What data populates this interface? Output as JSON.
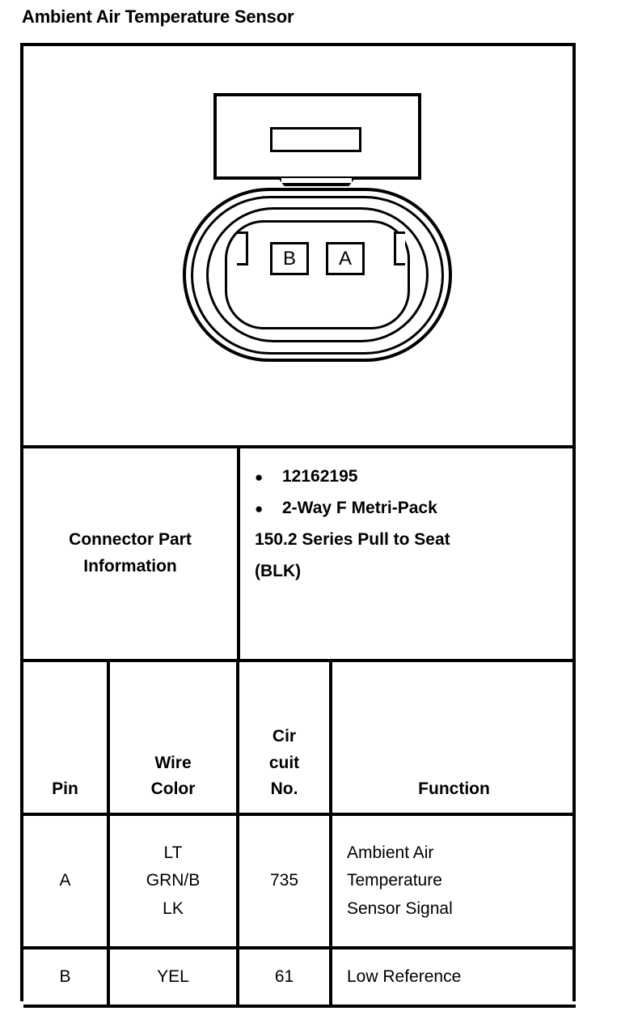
{
  "title": "Ambient Air Temperature Sensor",
  "diagram": {
    "name": "two-way-connector-face-view",
    "pin_labels": [
      "B",
      "A"
    ]
  },
  "connector_part_information": {
    "label": "Connector Part Information",
    "bullets": [
      "12162195",
      "2-Way F Metri-Pack"
    ],
    "continuation": [
      "150.2 Series Pull to Seat",
      "(BLK)"
    ]
  },
  "pin_table": {
    "headers": {
      "pin": "Pin",
      "wire_color": "Wire\nColor",
      "circuit_no": "Cir\ncuit\nNo.",
      "function": "Function"
    },
    "rows": [
      {
        "pin": "A",
        "wire_color": "LT\nGRN/B\nLK",
        "circuit_no": "735",
        "function": "Ambient Air\nTemperature\nSensor Signal"
      },
      {
        "pin": "B",
        "wire_color": "YEL",
        "circuit_no": "61",
        "function": "Low Reference"
      }
    ]
  },
  "colors": {
    "ink": "#000000",
    "paper": "#ffffff"
  }
}
